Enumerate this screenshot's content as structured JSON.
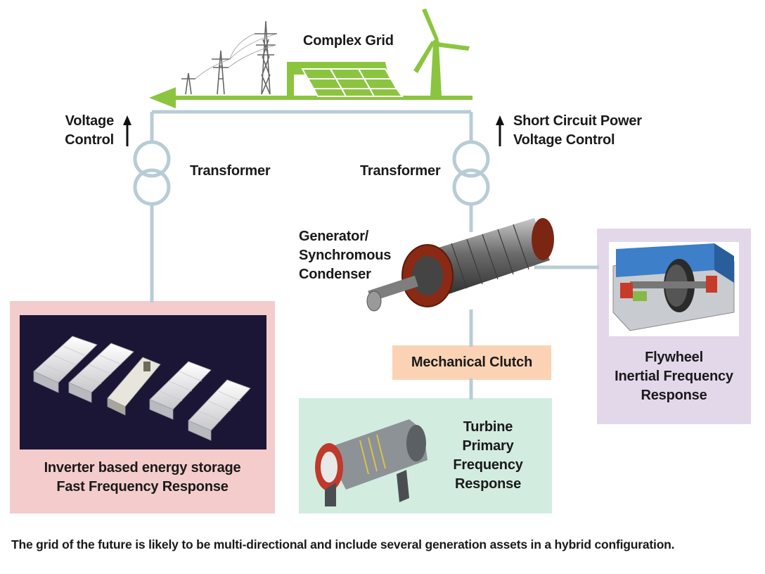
{
  "grid": {
    "title": "Complex Grid",
    "left_effect": [
      "Voltage",
      "Control"
    ],
    "right_effect": [
      "Short Circuit Power",
      "Voltage Control"
    ],
    "left_transformer": "Transformer",
    "right_transformer": "Transformer"
  },
  "generator": {
    "label": [
      "Generator/",
      "Synchromous",
      "Condenser"
    ]
  },
  "storage": {
    "label": [
      "Inverter based energy storage",
      "Fast Frequency Response"
    ]
  },
  "clutch": {
    "label": "Mechanical Clutch"
  },
  "turbine": {
    "label": [
      "Turbine",
      "Primary",
      "Frequency",
      "Response"
    ]
  },
  "flywheel": {
    "label": [
      "Flywheel",
      "Inertial Frequency",
      "Response"
    ]
  },
  "caption": "The grid of the future is likely to be multi-directional and include several generation assets in a hybrid configuration.",
  "colors": {
    "line": "#b8ccd6",
    "grid_green": "#8bc53f",
    "storage_bg": "#f4cccc",
    "clutch_bg": "#fbd3b4",
    "turbine_bg": "#d3ece0",
    "flywheel_bg": "#e3d8ea",
    "storage_photo_bg": "#1c1636"
  }
}
